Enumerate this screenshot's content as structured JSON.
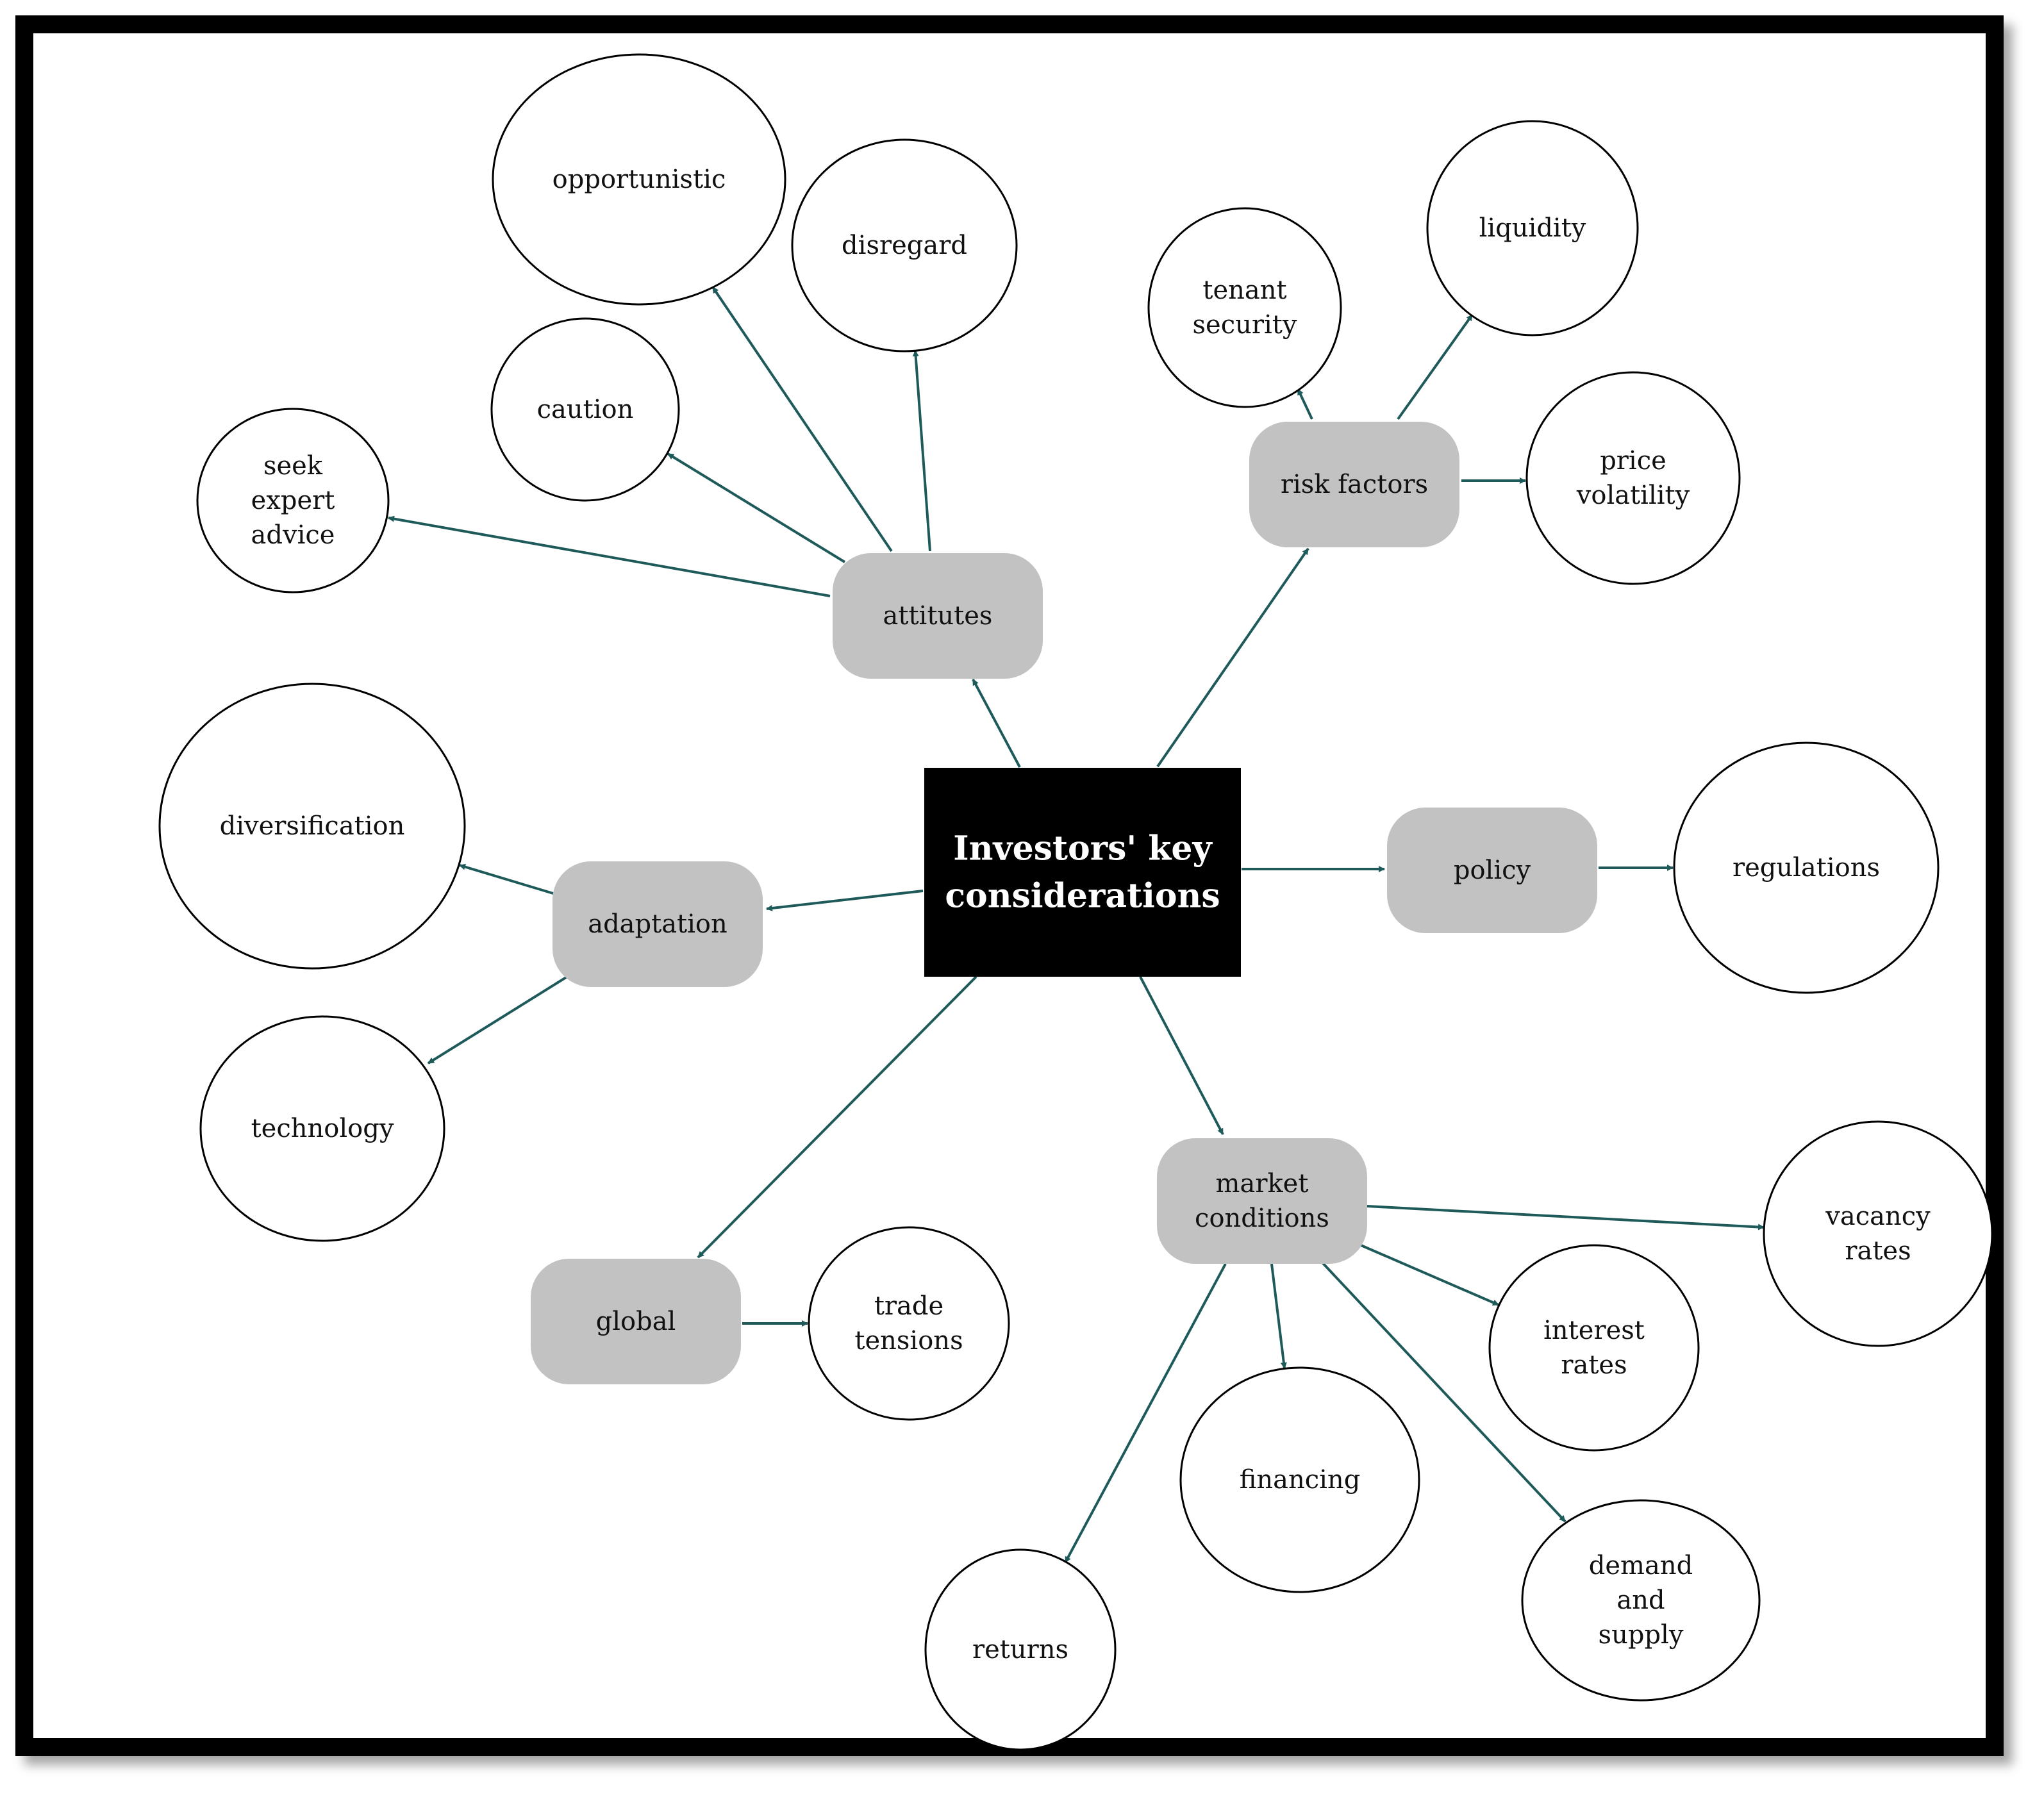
{
  "diagram": {
    "center": {
      "lines": [
        "Investors' key",
        "considerations"
      ]
    },
    "categories": {
      "attitutes": {
        "lines": [
          "attitutes"
        ]
      },
      "risk_factors": {
        "lines": [
          "risk factors"
        ]
      },
      "policy": {
        "lines": [
          "policy"
        ]
      },
      "adaptation": {
        "lines": [
          "adaptation"
        ]
      },
      "market_conditions": {
        "lines": [
          "market",
          "conditions"
        ]
      },
      "global": {
        "lines": [
          "global"
        ]
      }
    },
    "leaves": {
      "opportunistic": {
        "lines": [
          "opportunistic"
        ]
      },
      "disregard": {
        "lines": [
          "disregard"
        ]
      },
      "caution": {
        "lines": [
          "caution"
        ]
      },
      "seek_expert_advice": {
        "lines": [
          "seek",
          "expert",
          "advice"
        ]
      },
      "tenant_security": {
        "lines": [
          "tenant",
          "security"
        ]
      },
      "liquidity": {
        "lines": [
          "liquidity"
        ]
      },
      "price_volatility": {
        "lines": [
          "price",
          "volatility"
        ]
      },
      "regulations": {
        "lines": [
          "regulations"
        ]
      },
      "diversification": {
        "lines": [
          "diversification"
        ]
      },
      "technology": {
        "lines": [
          "technology"
        ]
      },
      "trade_tensions": {
        "lines": [
          "trade",
          "tensions"
        ]
      },
      "vacancy_rates": {
        "lines": [
          "vacancy",
          "rates"
        ]
      },
      "interest_rates": {
        "lines": [
          "interest",
          "rates"
        ]
      },
      "financing": {
        "lines": [
          "financing"
        ]
      },
      "demand_and_supply": {
        "lines": [
          "demand",
          "and",
          "supply"
        ]
      },
      "returns": {
        "lines": [
          "returns"
        ]
      }
    },
    "colors": {
      "arrow": "#1f5a5a",
      "category_fill": "#c2c2c2",
      "center_fill": "#000000",
      "circle_stroke": "#000000"
    }
  }
}
